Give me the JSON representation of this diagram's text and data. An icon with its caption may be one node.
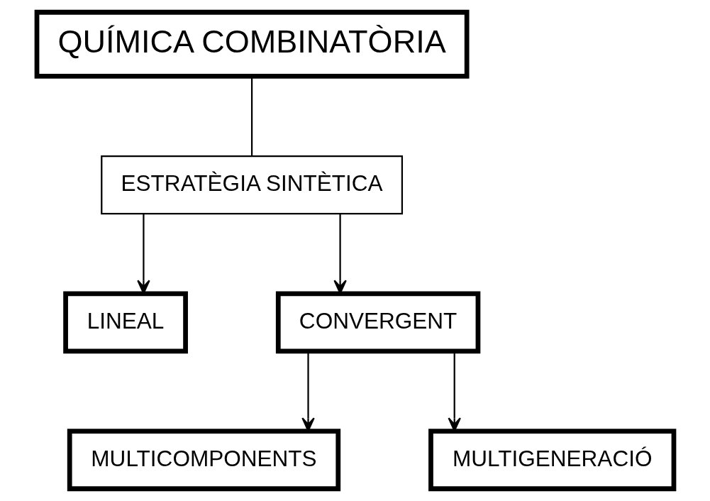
{
  "diagram": {
    "nodes": [
      {
        "text": [
          "QUÍMICA COMBINATÒRIA"
        ]
      },
      {
        "text": [
          "ESTRATÈGIA SINTÈTICA"
        ]
      },
      {
        "text": [
          "LINEAL"
        ]
      },
      {
        "text": [
          "CONVERGENT"
        ]
      },
      {
        "text": [
          "MULTICOMPONENTS"
        ]
      },
      {
        "text": [
          "MULTIGENERACIÓ"
        ]
      }
    ],
    "edges": [
      {
        "from": 0,
        "to": 1,
        "arrow": "none"
      },
      {
        "from": 1,
        "to": 2,
        "arrow": "to"
      },
      {
        "from": 1,
        "to": 3,
        "arrow": "to"
      },
      {
        "from": 3,
        "to": 4,
        "arrow": "to"
      },
      {
        "from": 3,
        "to": 5,
        "arrow": "to"
      }
    ]
  }
}
